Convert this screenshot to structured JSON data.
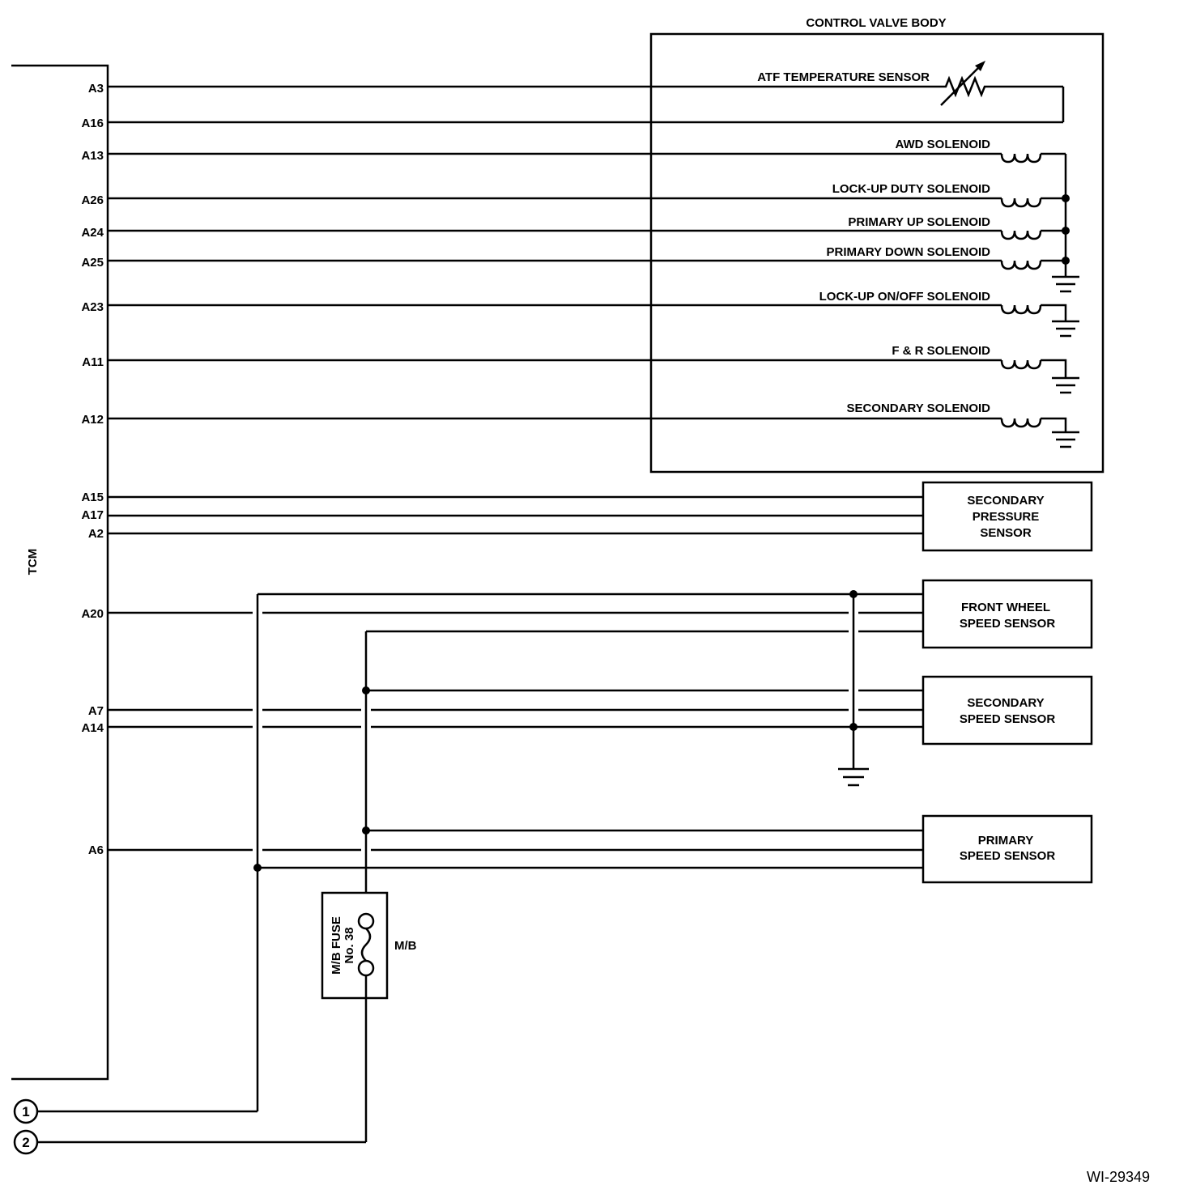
{
  "tcm_label": "TCM",
  "control_valve_body": {
    "title": "CONTROL VALVE BODY",
    "atf_sensor": "ATF TEMPERATURE SENSOR",
    "solenoids": [
      "AWD SOLENOID",
      "LOCK-UP DUTY SOLENOID",
      "PRIMARY UP SOLENOID",
      "PRIMARY DOWN SOLENOID",
      "LOCK-UP ON/OFF SOLENOID",
      "F & R SOLENOID",
      "SECONDARY SOLENOID"
    ]
  },
  "pins": [
    "A3",
    "A16",
    "A13",
    "A26",
    "A24",
    "A25",
    "A23",
    "A11",
    "A12",
    "A15",
    "A17",
    "A2",
    "A20",
    "A7",
    "A14",
    "A6"
  ],
  "sensors": {
    "secondary_pressure": [
      "SECONDARY",
      "PRESSURE",
      "SENSOR"
    ],
    "front_wheel_speed": [
      "FRONT WHEEL",
      "SPEED SENSOR"
    ],
    "secondary_speed": [
      "SECONDARY",
      "SPEED SENSOR"
    ],
    "primary_speed": [
      "PRIMARY",
      "SPEED SENSOR"
    ]
  },
  "fuse": {
    "line1": "M/B FUSE",
    "line2": "No. 38",
    "side_label": "M/B"
  },
  "connectors": [
    "1",
    "2"
  ],
  "figure_code": "WI-29349"
}
